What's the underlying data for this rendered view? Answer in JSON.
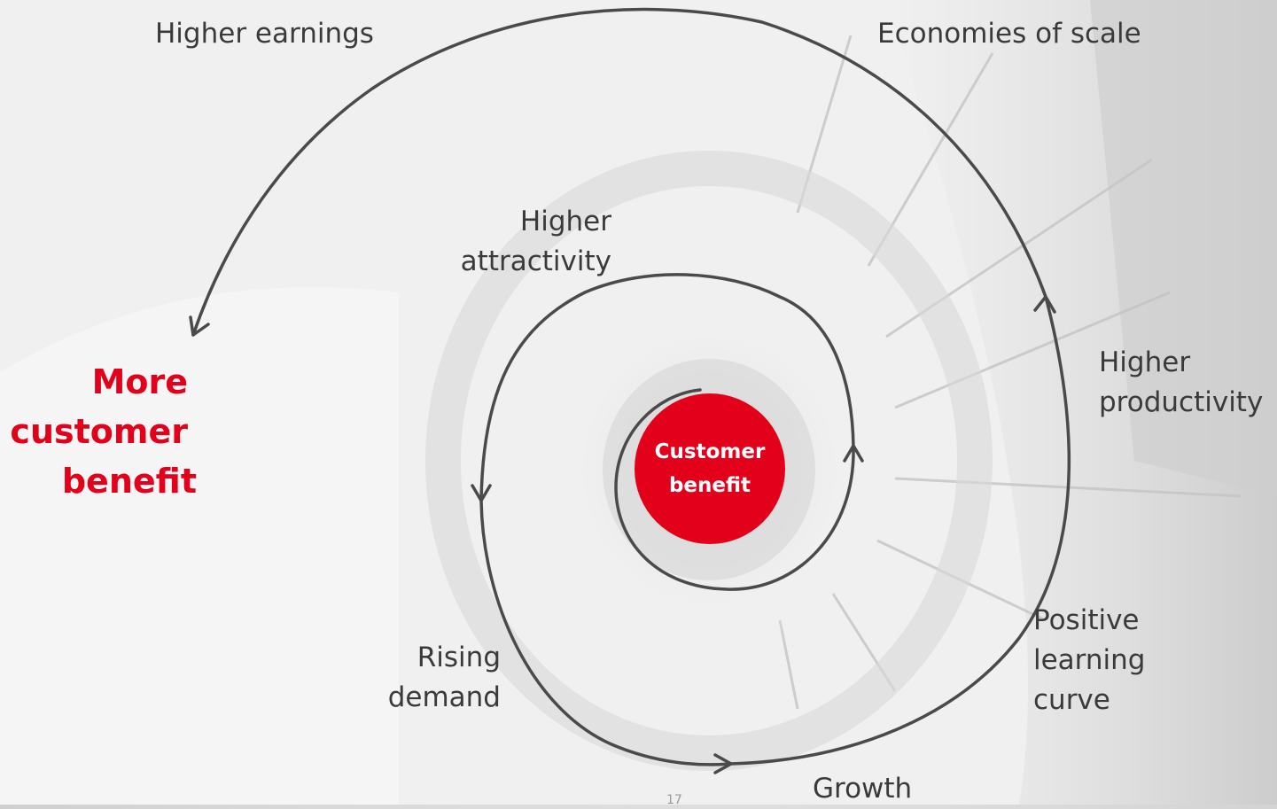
{
  "center": {
    "line1": "Customer",
    "line2": "benefit"
  },
  "labels": {
    "higher_earnings": "Higher earnings",
    "economies_of_scale": "Economies of scale",
    "higher_attractivity": [
      "Higher",
      "attractivity"
    ],
    "higher_productivity": [
      "Higher",
      "productivity"
    ],
    "positive_learning_curve": [
      "Positive",
      "learning",
      "curve"
    ],
    "rising_demand": [
      "Rising",
      "demand"
    ],
    "growth": "Growth"
  },
  "outcome": [
    "More",
    "customer",
    "benefit"
  ],
  "page_number": "17",
  "colors": {
    "accent": "#e2001a",
    "spiral": "#4a4a4a",
    "text": "#3a3a3a"
  }
}
